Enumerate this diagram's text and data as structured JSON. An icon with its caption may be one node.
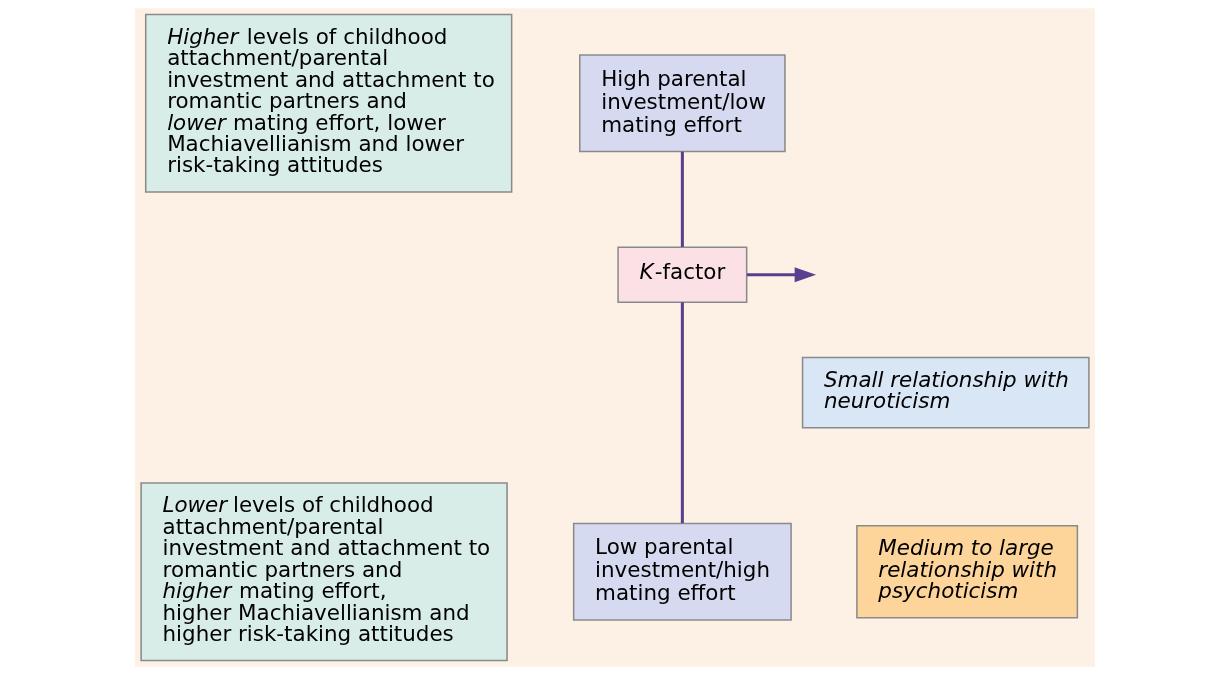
{
  "diagram": {
    "nodes": [
      {
        "text": [
          "*Higher* levels of childhood attachment/parental investment and attachment to romantic partners and *lower* mating effort, lower Machiavellianism and lower risk-taking attitudes"
        ]
      },
      {
        "text": [
          "High parental investment/low mating effort"
        ]
      },
      {
        "text": [
          "*K*-factor"
        ]
      },
      {
        "text": [
          "Small relationship with neuroticism"
        ]
      },
      {
        "text": [
          "*Lower* levels of childhood attachment/parental investment and attachment to romantic partners and *higher* mating effort, higher Machiavellianism and higher risk-taking attitudes"
        ]
      },
      {
        "text": [
          "Low parental investment/high mating effort"
        ]
      },
      {
        "text": [
          "Medium to large relationship with psychoticism"
        ]
      }
    ],
    "edges": [
      {
        "from": 1,
        "to": 2,
        "arrow": "none"
      },
      {
        "from": 2,
        "to": 5,
        "arrow": "none"
      },
      {
        "from": 2,
        "to": null,
        "arrow": "to"
      }
    ]
  }
}
